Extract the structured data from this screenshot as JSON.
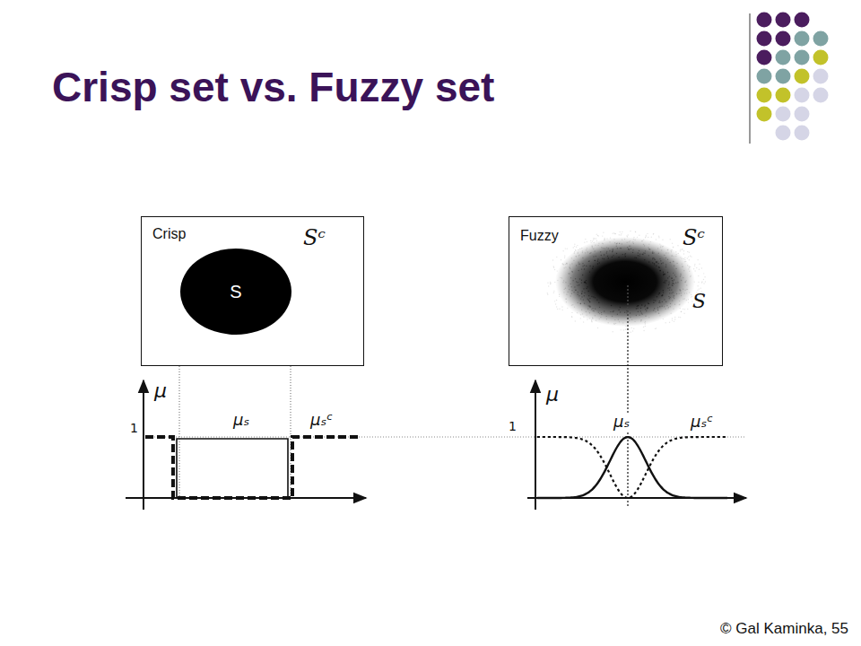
{
  "diagram": {
    "title": "Crisp set vs. Fuzzy set",
    "nodes": [
      {
        "text": [
          "Crisp",
          "Sᶜ"
        ]
      },
      {
        "text": [
          "S"
        ],
        "in": 0
      },
      {
        "text": [
          "Fuzzy",
          "Sᶜ",
          "S"
        ]
      }
    ],
    "labels": [
      "μ",
      "1",
      "μₛ",
      "μₛᶜ",
      "μ",
      "1",
      "μₛ",
      "μₛᶜ",
      "© Gal Kaminka, 55"
    ]
  }
}
